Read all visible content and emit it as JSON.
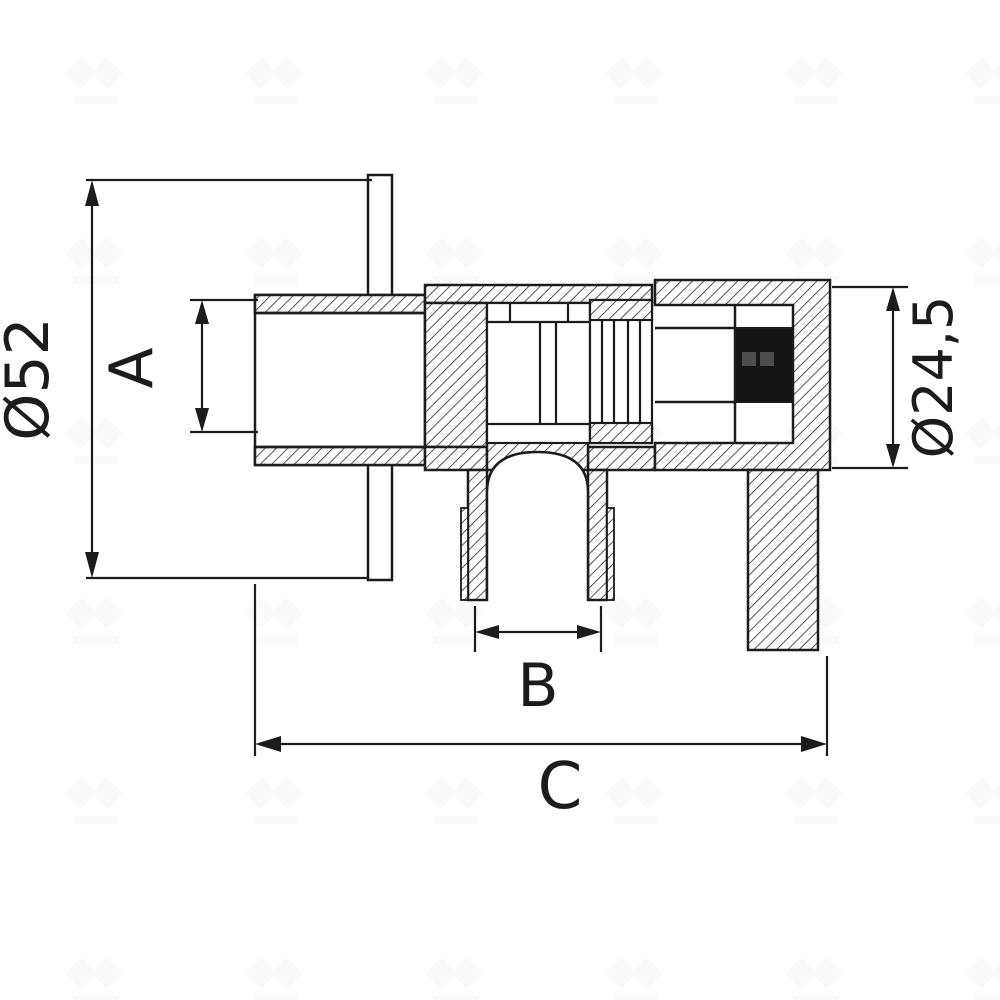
{
  "page": {
    "background": "#ffffff",
    "line_color": "#1c1c1c",
    "insert_color": "#151515",
    "insert_detail_color": "#4d4d4d"
  },
  "diagram": {
    "labels": {
      "diameter_left": "Ø52",
      "dim_a": "A",
      "dim_b": "B",
      "dim_c": "C",
      "diameter_right": "Ø24,5"
    }
  }
}
